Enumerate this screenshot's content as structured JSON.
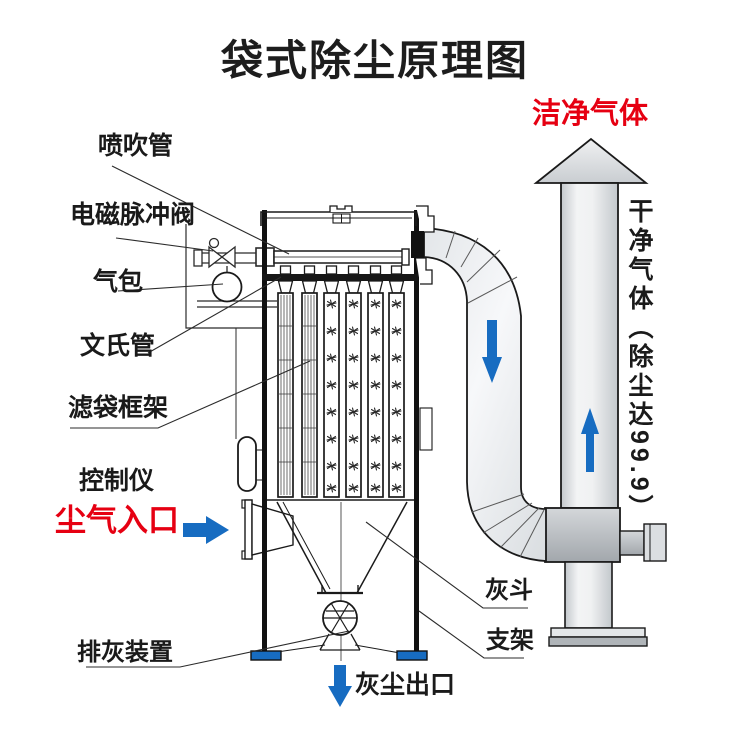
{
  "title": "袋式除尘原理图",
  "colors": {
    "label_black": "#1a1a1a",
    "highlight_red": "#e60012",
    "arrow_blue": "#176cc1"
  },
  "labels": {
    "blow_pipe": "喷吹管",
    "solenoid_pulse_valve": "电磁脉冲阀",
    "air_bag": "气包",
    "venturi_tube": "文氏管",
    "filter_bag_frame": "滤袋框架",
    "controller": "控制仪",
    "dust_gas_inlet": "尘气入口",
    "ash_discharge_device": "排灰装置",
    "ash_hopper": "灰斗",
    "support_frame": "支架",
    "dust_outlet": "灰尘出口",
    "clean_gas": "洁净气体",
    "clean_gas_note": "干净气体（除尘达99.9）"
  },
  "icons": {
    "inlet_flow": "right-arrow",
    "duct_flow": "down-arrow",
    "stack_flow": "up-arrow",
    "dust_drop": "down-arrow"
  }
}
